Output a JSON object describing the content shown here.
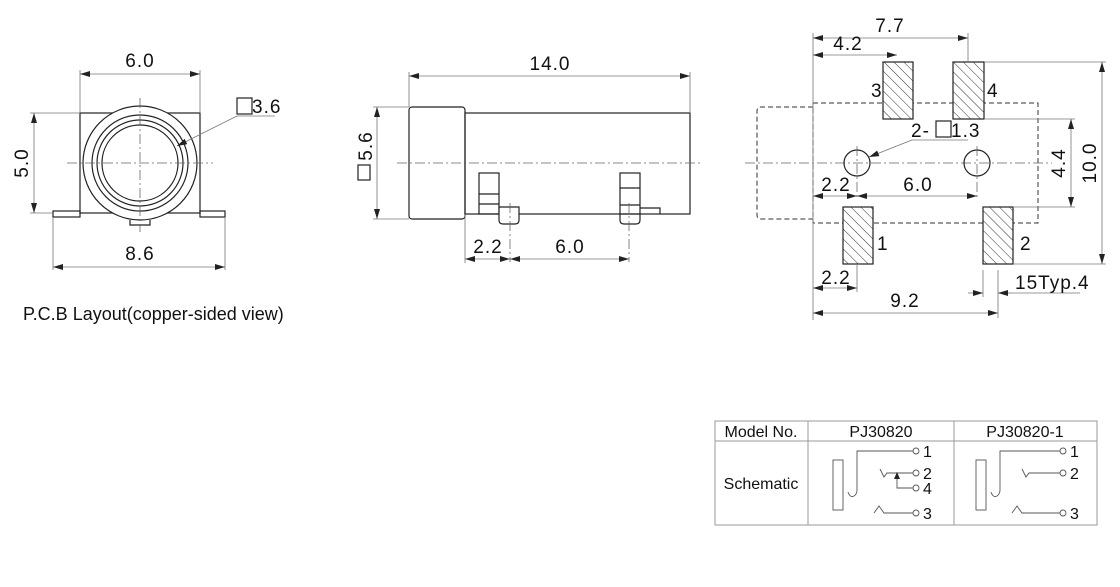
{
  "front_view": {
    "width_label": "6.0",
    "height_label": "5.0",
    "diameter_label": "3.6",
    "overall_width_label": "8.6"
  },
  "side_view": {
    "length_label": "14.0",
    "diameter_label": "5.6",
    "offset_label": "2.2",
    "pitch_label": "6.0"
  },
  "pcb_layout": {
    "caption": "P.C.B Layout(copper-sided view)",
    "dim_7_7": "7.7",
    "dim_4_2": "4.2",
    "hole_label": "2-",
    "hole_size": "1.3",
    "dim_2_2_mid": "2.2",
    "dim_6_0": "6.0",
    "dim_4_4": "4.4",
    "dim_10_0": "10.0",
    "dim_2_2_bottom": "2.2",
    "dim_9_2": "9.2",
    "pad_width_label": "15Typ.4",
    "pads": [
      "1",
      "2",
      "3",
      "4"
    ]
  },
  "table": {
    "header": [
      "Model No.",
      "PJ30820",
      "PJ30820-1"
    ],
    "row_label": "Schematic",
    "schematic_a_pins": [
      "1",
      "2",
      "4",
      "3"
    ],
    "schematic_b_pins": [
      "1",
      "2",
      "3"
    ]
  }
}
